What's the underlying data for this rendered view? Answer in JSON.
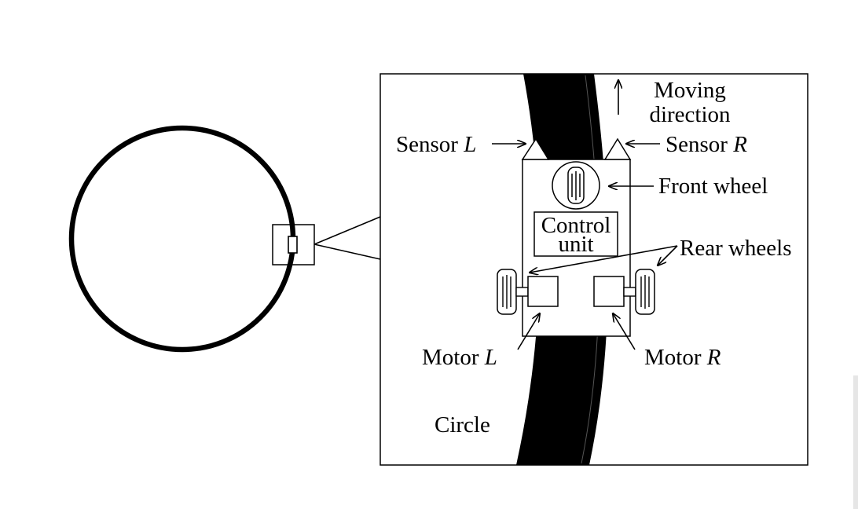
{
  "labels": {
    "moving": "Moving",
    "direction": "direction",
    "sensor_l_prefix": "Sensor ",
    "sensor_l_var": "L",
    "sensor_r_prefix": "Sensor ",
    "sensor_r_var": "R",
    "front_wheel": "Front wheel",
    "control": "Control",
    "unit": "unit",
    "rear_wheels": "Rear wheels",
    "motor_l_prefix": "Motor ",
    "motor_l_var": "L",
    "motor_r_prefix": "Motor ",
    "motor_r_var": "R",
    "circle": "Circle"
  }
}
